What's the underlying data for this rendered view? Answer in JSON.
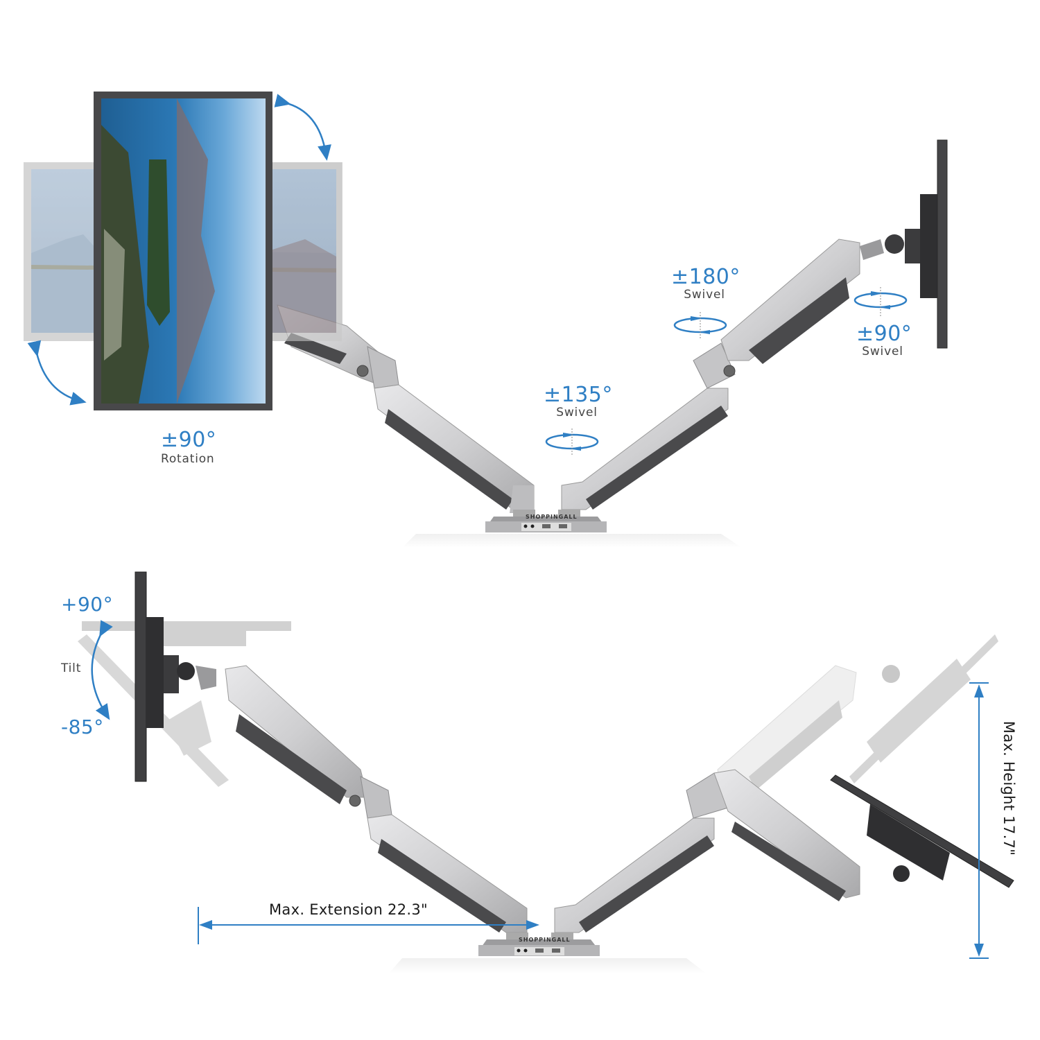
{
  "brand": "SHOPPINGALL",
  "colors": {
    "accent_blue": "#2f7fc4",
    "arm_silver": "#c9c9cb",
    "arm_dark": "#4a4a4c",
    "monitor_bezel": "#454547",
    "label_text": "#444444"
  },
  "top_panel": {
    "rotation": {
      "value": "±90°",
      "label": "Rotation"
    },
    "base_swivel": {
      "value": "±135°",
      "label": "Swivel"
    },
    "arm_swivel": {
      "value": "±180°",
      "label": "Swivel"
    },
    "head_swivel": {
      "value": "±90°",
      "label": "Swivel"
    }
  },
  "bottom_panel": {
    "tilt": {
      "up": "+90°",
      "label": "Tilt",
      "down": "-85°"
    },
    "max_extension": "Max. Extension 22.3\"",
    "max_height": "Max. Height 17.7\""
  }
}
